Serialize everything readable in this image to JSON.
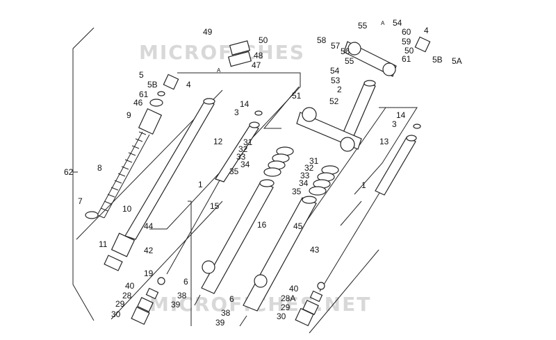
{
  "watermark": {
    "text_top": "MICROFICHES",
    "text_bottom": "MICROFICHES.NET"
  },
  "labels": {
    "l62": "62",
    "l49": "49",
    "l50": "50",
    "l48": "48",
    "l47": "47",
    "lA1": "A",
    "l5a": "5",
    "l5B1": "5B",
    "l4a": "4",
    "l61a": "61",
    "l46": "46",
    "l9": "9",
    "l8": "8",
    "l7": "7",
    "l10": "10",
    "l11": "11",
    "l14a": "14",
    "l3a": "3",
    "l12": "12",
    "l1a": "1",
    "l15": "15",
    "l44": "44",
    "l42": "42",
    "l19": "19",
    "l40a": "40",
    "l28": "28",
    "l29a": "29",
    "l30a": "30",
    "l6a": "6",
    "l38a": "38",
    "l39a": "39",
    "l31a": "31",
    "l32a": "32",
    "l33a": "33",
    "l34a": "34",
    "l35a": "35",
    "l16": "16",
    "l31b": "31",
    "l32b": "32",
    "l33b": "33",
    "l34b": "34",
    "l35b": "35",
    "l51": "51",
    "l52": "52",
    "l2": "2",
    "l58": "58",
    "l57": "57",
    "l56": "56",
    "l54a": "54",
    "l55a": "55",
    "l53": "53",
    "l55b": "55",
    "l54b": "54",
    "lA2": "A",
    "l60": "60",
    "l59": "59",
    "l50b": "50",
    "l61b": "61",
    "l4b": "4",
    "l5B2": "5B",
    "l5A": "5A",
    "l14b": "14",
    "l3b": "3",
    "l13": "13",
    "l1b": "1",
    "l45": "45",
    "l43": "43",
    "l40b": "40",
    "l28A": "28A",
    "l29b": "29",
    "l30b": "30",
    "l6b": "6",
    "l38b": "38",
    "l39b": "39"
  }
}
